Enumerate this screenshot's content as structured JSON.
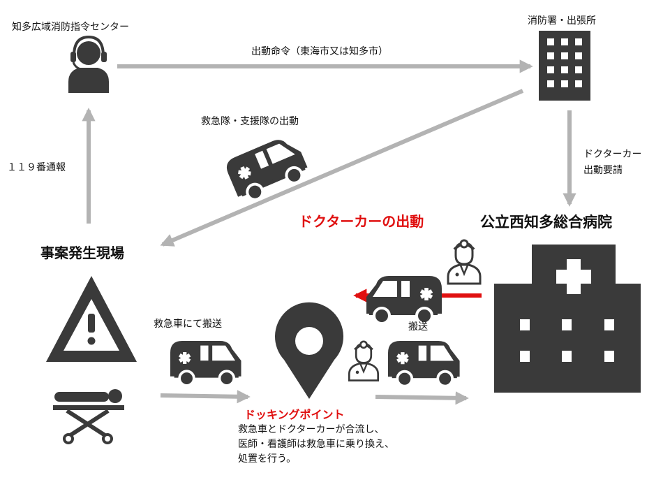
{
  "nodes": {
    "command_center": "知多広域消防指令センター",
    "fire_station": "消防署・出張所",
    "hospital": "公立西知多総合病院",
    "scene": "事案発生現場",
    "docking_point": "ドッキングポイント"
  },
  "edges": {
    "dispatch_order": "出動命令（東海市又は知多市）",
    "call_119": "１１９番通報",
    "ems_dispatch": "救急隊・支援隊の出動",
    "doctor_car_request_line1": "ドクターカー",
    "doctor_car_request_line2": "出動要請",
    "doctor_car_dispatch": "ドクターカーの出動",
    "transport_by_ambulance": "救急車にて搬送",
    "transport": "搬送"
  },
  "docking_description": [
    "救急車とドクターカーが合流し、",
    "医師・看護師は救急車に乗り換え、",
    "処置を行う。"
  ],
  "colors": {
    "icon": "#3a3a3a",
    "arrow": "#b3b3b3",
    "accent_red": "#e01010"
  },
  "icons": [
    "headset-operator-icon",
    "office-building-icon",
    "ambulance-icon",
    "hospital-building-icon",
    "warning-triangle-icon",
    "stretcher-patient-icon",
    "location-pin-icon",
    "doctor-icon"
  ]
}
